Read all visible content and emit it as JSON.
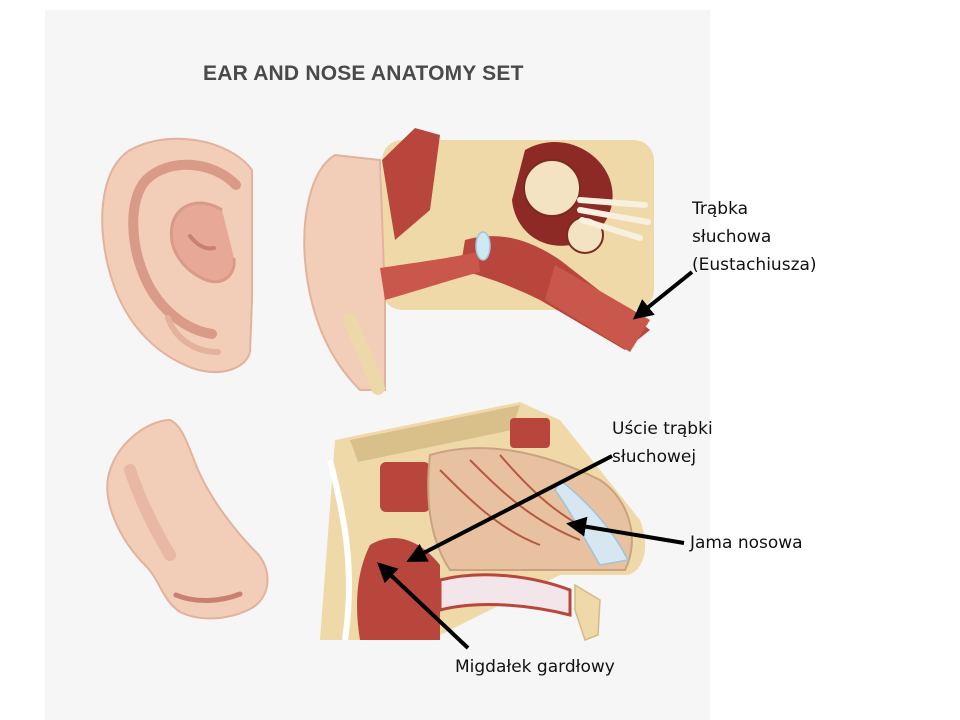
{
  "title": "EAR AND NOSE ANATOMY SET",
  "labels": {
    "eustachian_line1": "Trąbka",
    "eustachian_line2": "słuchowa",
    "eustachian_line3": "(Eustachiusza)",
    "tube_opening_line1": "Uście trąbki",
    "tube_opening_line2": "słuchowej",
    "nasal_cavity": "Jama nosowa",
    "adenoid": "Migdałek gardłowy"
  },
  "colors": {
    "skin": "#f2cdb8",
    "skin_dark": "#d99a88",
    "muscle": "#b9463c",
    "bone": "#f0d9a8",
    "panel": "#f6f6f7",
    "arrow": "#000000"
  }
}
